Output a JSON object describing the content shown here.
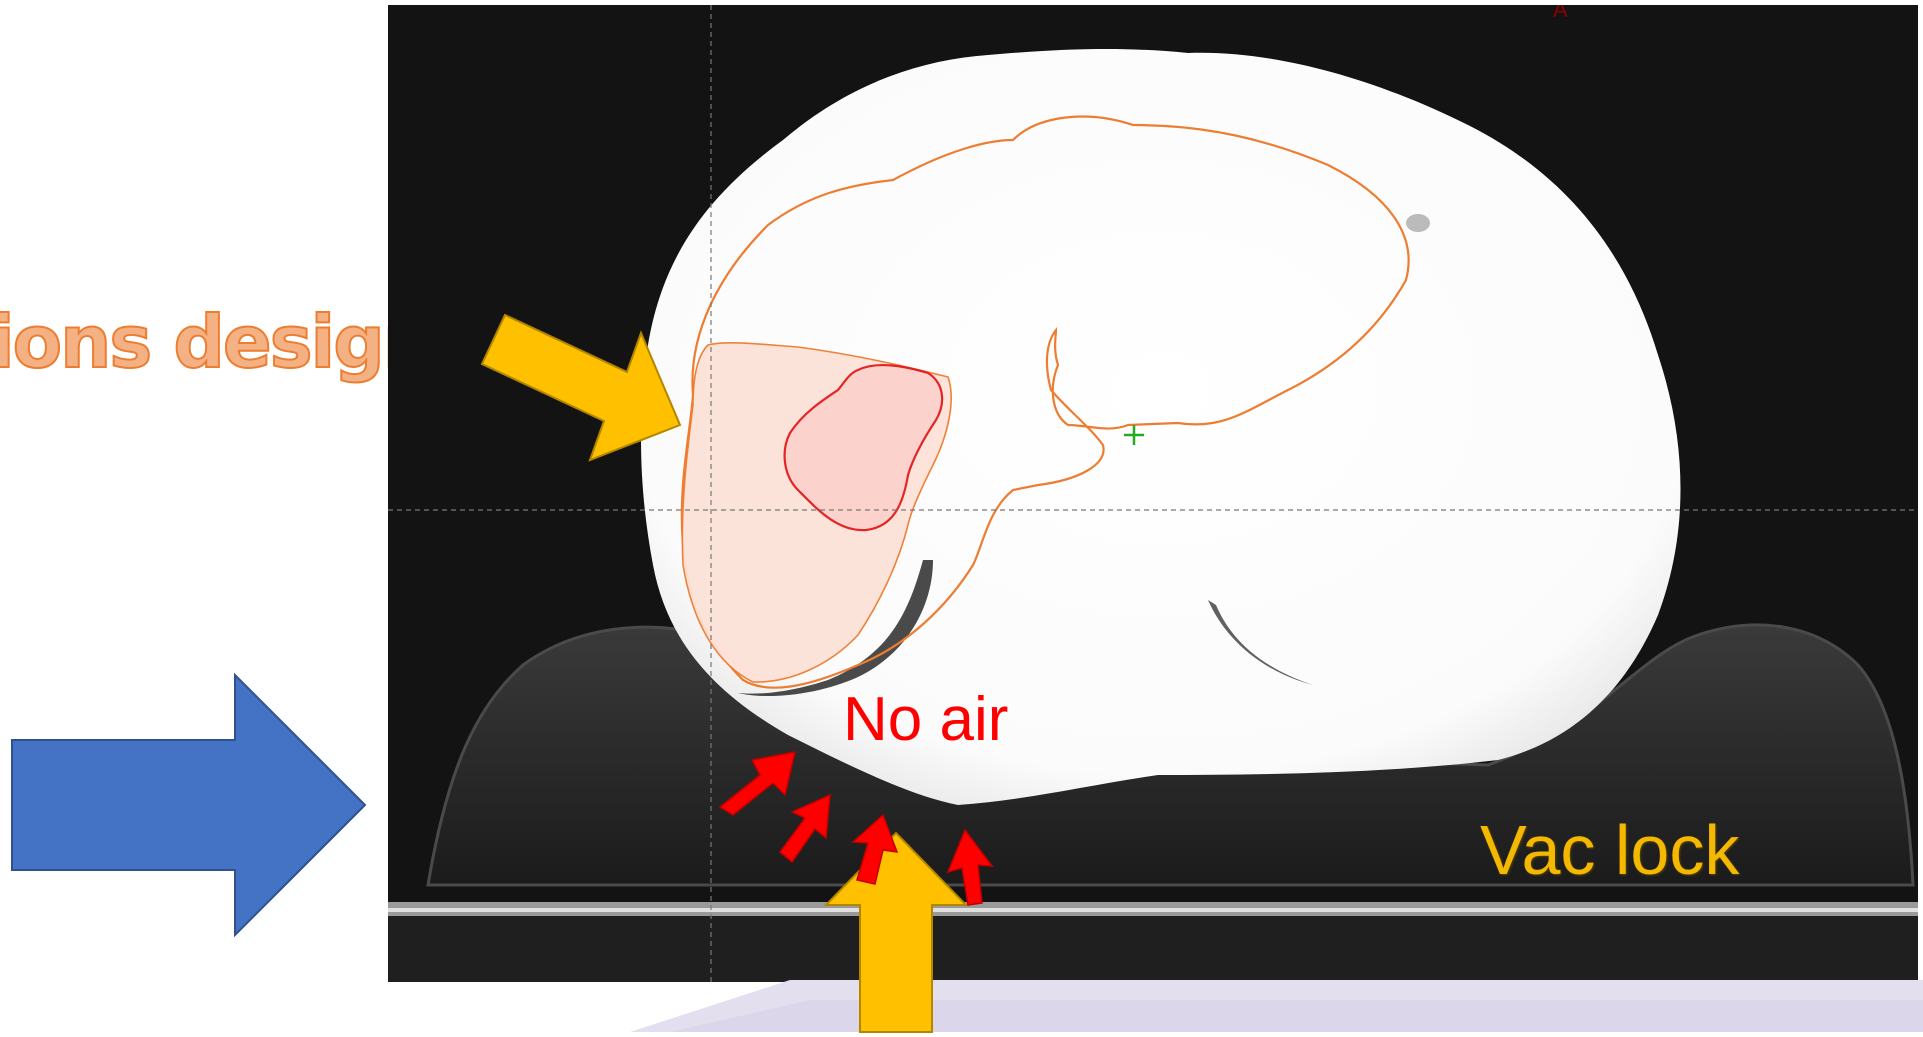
{
  "slide": {
    "title_fragment": "ions design",
    "orientation_marker": "A"
  },
  "annotations": {
    "no_air_label": "No air",
    "vac_lock_label": "Vac lock"
  },
  "colors": {
    "title": "#ed7d31",
    "yellow_arrow": "#ffc000",
    "blue_arrow": "#4472c4",
    "red_arrow": "#ff0000",
    "liver_contour": "#ed7d31",
    "tumor_contour": "#e31a1c",
    "isocenter_cross": "#22aa22"
  },
  "icons": [
    "yellow-arrow-icon",
    "blue-arrow-icon",
    "red-arrow-icon",
    "isocenter-crosshair-icon"
  ]
}
